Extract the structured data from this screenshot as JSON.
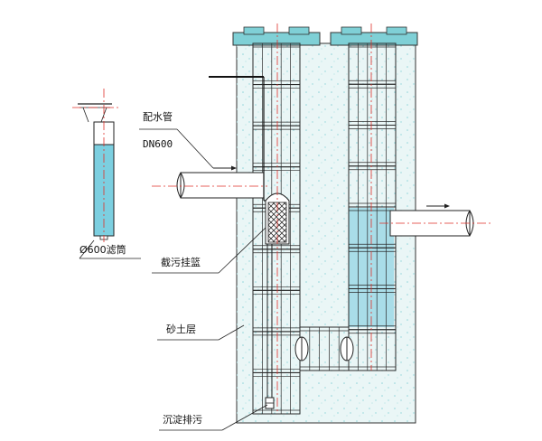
{
  "labels": {
    "pipe_name": "配水管",
    "pipe_size": "DN600",
    "filter": "Ø600滤筒",
    "basket": "截污挂篮",
    "soil": "砂土层",
    "sediment": "沉淀排污"
  },
  "colors": {
    "soil_fill": "#eaf6f6",
    "soil_dot": "#8fd3d8",
    "cap_fill": "#7fd0d6",
    "water_fill": "#a9dde8",
    "water_cell": "#7ccfe0",
    "grid_line": "#2a2a2a",
    "center_line": "#e0302a",
    "pipe_fill": "#ffffff"
  }
}
